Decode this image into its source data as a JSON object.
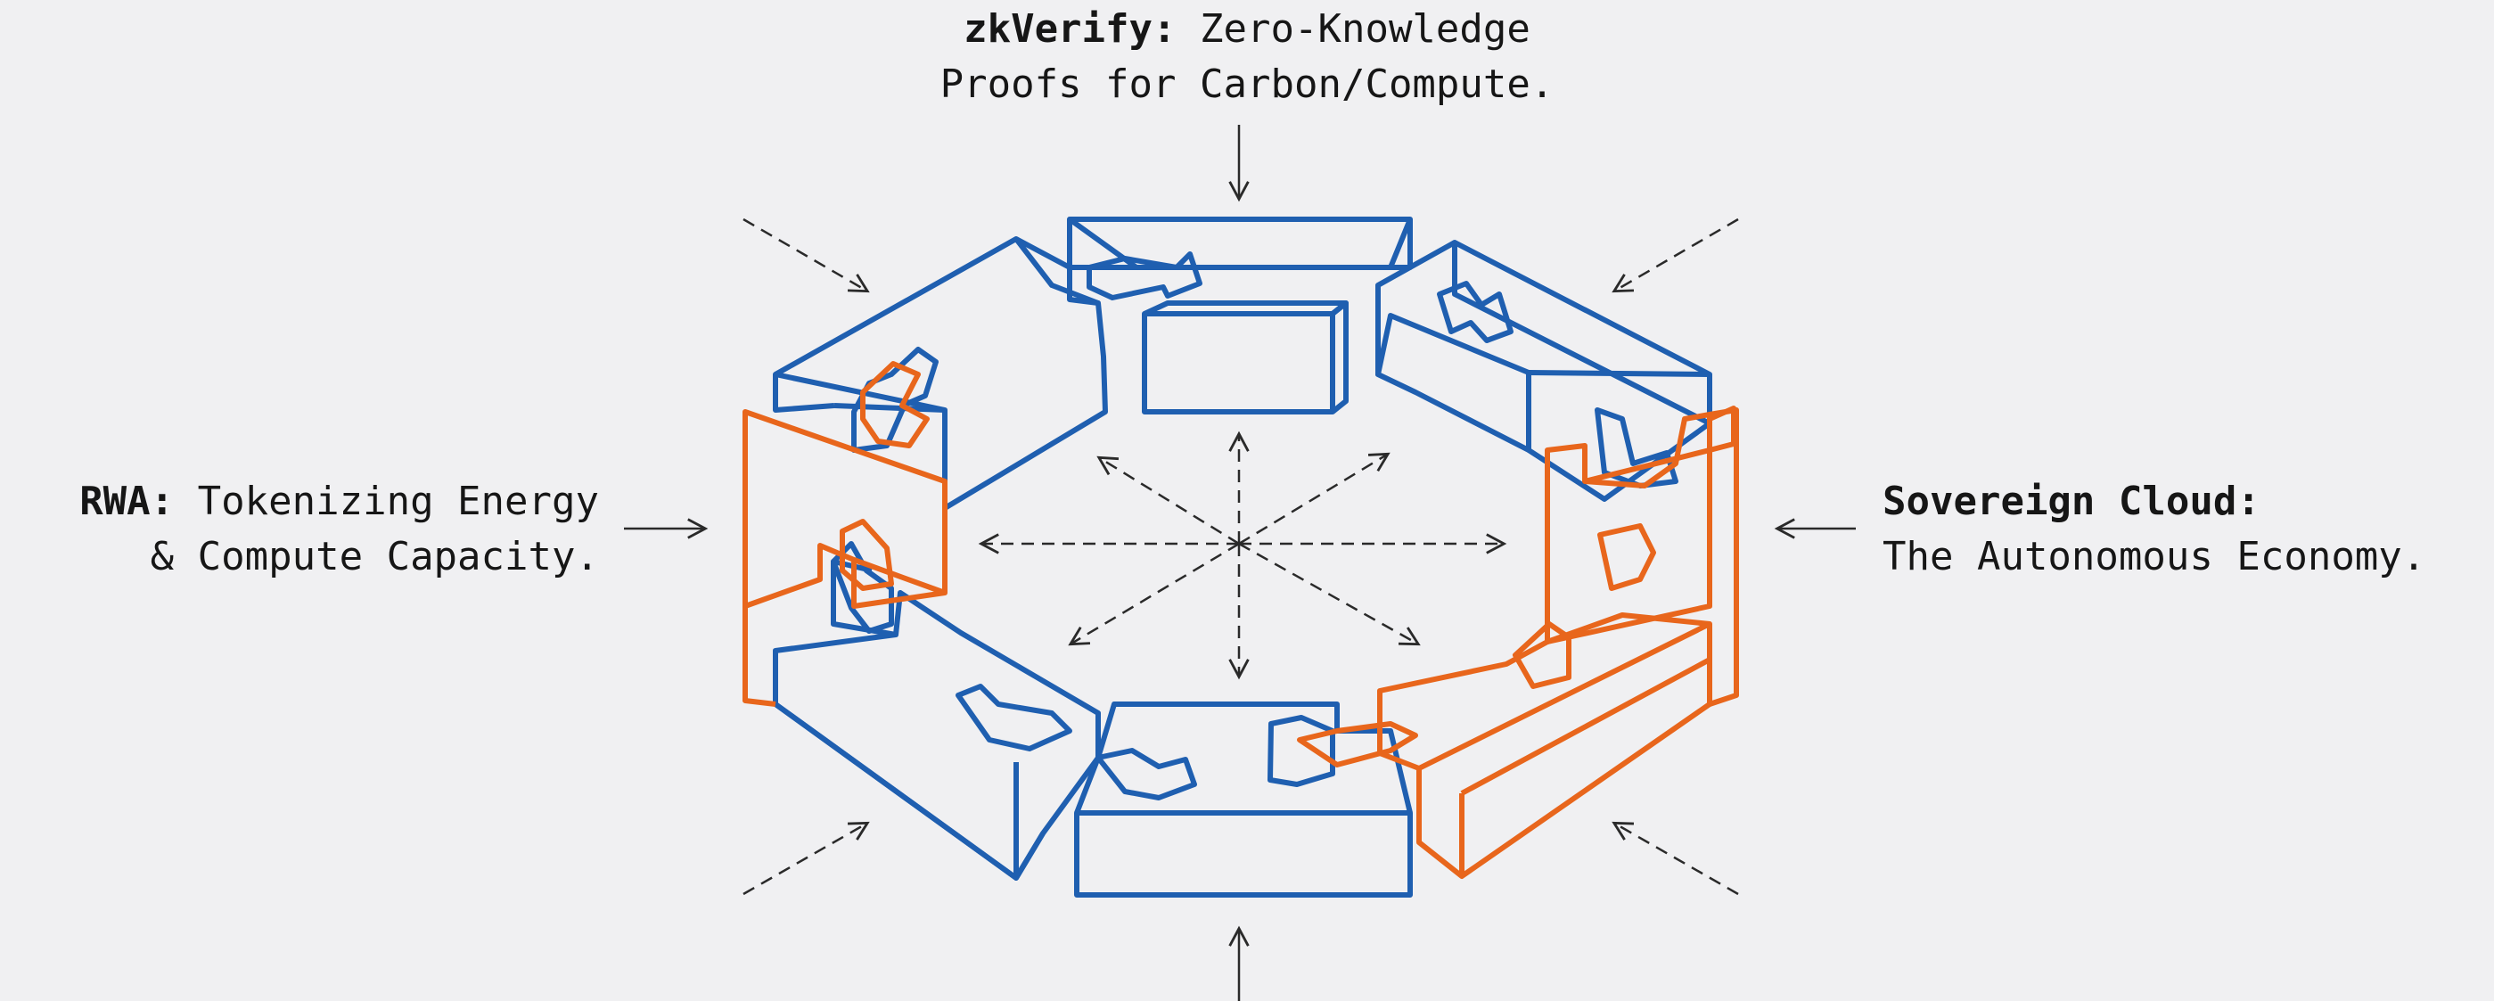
{
  "labels": {
    "top": {
      "keyword": "zkVerify:",
      "text_line1": "Zero-Knowledge",
      "text_line2": "Proofs for Carbon/Compute."
    },
    "left": {
      "keyword": "RWA:",
      "text_line1": "Tokenizing Energy",
      "text_line2": "& Compute Capacity."
    },
    "right": {
      "keyword": "Sovereign Cloud:",
      "text_line2": "The Autonomous Economy."
    }
  },
  "colors": {
    "background": "#f0f0f2",
    "blue_blocks": "#1f5fb0",
    "orange_blocks": "#e8661c",
    "text": "#161616",
    "arrows": "#2a2a2a"
  },
  "diagram": {
    "blocks": [
      {
        "id": "block-top-center",
        "color": "blue"
      },
      {
        "id": "block-top-right",
        "color": "blue"
      },
      {
        "id": "block-right",
        "color": "orange"
      },
      {
        "id": "block-bottom-right",
        "color": "orange"
      },
      {
        "id": "block-bottom-center",
        "color": "blue"
      },
      {
        "id": "block-bottom-left",
        "color": "blue"
      },
      {
        "id": "block-left",
        "color": "orange"
      },
      {
        "id": "block-top-left",
        "color": "blue"
      }
    ],
    "icons": {
      "inward_arrows": "arrow-icon",
      "center_burst": "dashed-starburst-icon"
    }
  }
}
